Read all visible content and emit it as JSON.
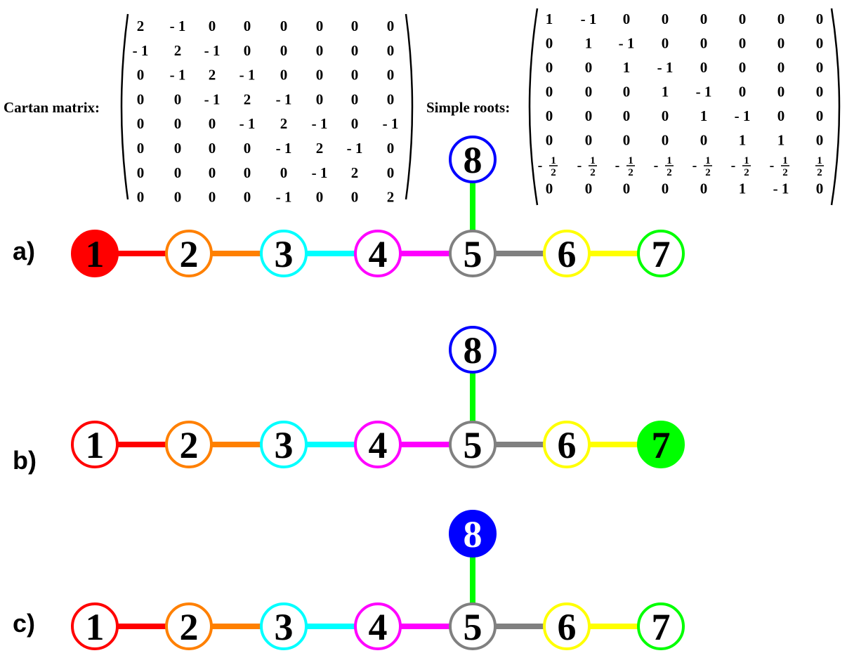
{
  "cartan": {
    "label": "Cartan matrix:",
    "rows": [
      [
        "2",
        "- 1",
        "0",
        "0",
        "0",
        "0",
        "0",
        "0"
      ],
      [
        "- 1",
        "2",
        "- 1",
        "0",
        "0",
        "0",
        "0",
        "0"
      ],
      [
        "0",
        "- 1",
        "2",
        "- 1",
        "0",
        "0",
        "0",
        "0"
      ],
      [
        "0",
        "0",
        "- 1",
        "2",
        "- 1",
        "0",
        "0",
        "0"
      ],
      [
        "0",
        "0",
        "0",
        "- 1",
        "2",
        "- 1",
        "0",
        "- 1"
      ],
      [
        "0",
        "0",
        "0",
        "0",
        "- 1",
        "2",
        "- 1",
        "0"
      ],
      [
        "0",
        "0",
        "0",
        "0",
        "0",
        "- 1",
        "2",
        "0"
      ],
      [
        "0",
        "0",
        "0",
        "0",
        "- 1",
        "0",
        "0",
        "2"
      ]
    ]
  },
  "roots": {
    "label": "Simple roots:",
    "rows": [
      [
        "1",
        "- 1",
        "0",
        "0",
        "0",
        "0",
        "0",
        "0"
      ],
      [
        "0",
        "1",
        "- 1",
        "0",
        "0",
        "0",
        "0",
        "0"
      ],
      [
        "0",
        "0",
        "1",
        "- 1",
        "0",
        "0",
        "0",
        "0"
      ],
      [
        "0",
        "0",
        "0",
        "1",
        "- 1",
        "0",
        "0",
        "0"
      ],
      [
        "0",
        "0",
        "0",
        "0",
        "1",
        "- 1",
        "0",
        "0"
      ],
      [
        "0",
        "0",
        "0",
        "0",
        "0",
        "1",
        "1",
        "0"
      ],
      [
        "-1/2",
        "-1/2",
        "-1/2",
        "-1/2",
        "-1/2",
        "-1/2",
        "-1/2",
        "1/2"
      ],
      [
        "0",
        "0",
        "0",
        "0",
        "0",
        "1",
        "- 1",
        "0"
      ]
    ]
  },
  "nodes": [
    {
      "id": "1",
      "color": "#ff0000"
    },
    {
      "id": "2",
      "color": "#ff8000"
    },
    {
      "id": "3",
      "color": "#00ffff"
    },
    {
      "id": "4",
      "color": "#ff00ff"
    },
    {
      "id": "5",
      "color": "#808080"
    },
    {
      "id": "6",
      "color": "#ffff00"
    },
    {
      "id": "7",
      "color": "#00ff00"
    },
    {
      "id": "8",
      "color": "#0000ff"
    }
  ],
  "edges": [
    {
      "from": "1",
      "to": "2",
      "color": "#ff0000"
    },
    {
      "from": "2",
      "to": "3",
      "color": "#ff8000"
    },
    {
      "from": "3",
      "to": "4",
      "color": "#00ffff"
    },
    {
      "from": "4",
      "to": "5",
      "color": "#ff00ff"
    },
    {
      "from": "5",
      "to": "6",
      "color": "#808080"
    },
    {
      "from": "6",
      "to": "7",
      "color": "#ffff00"
    },
    {
      "from": "5",
      "to": "8",
      "color": "#00ff00"
    }
  ],
  "diagrams": [
    {
      "label": "a)",
      "filled": "1"
    },
    {
      "label": "b)",
      "filled": "7"
    },
    {
      "label": "c)",
      "filled": "8"
    }
  ]
}
